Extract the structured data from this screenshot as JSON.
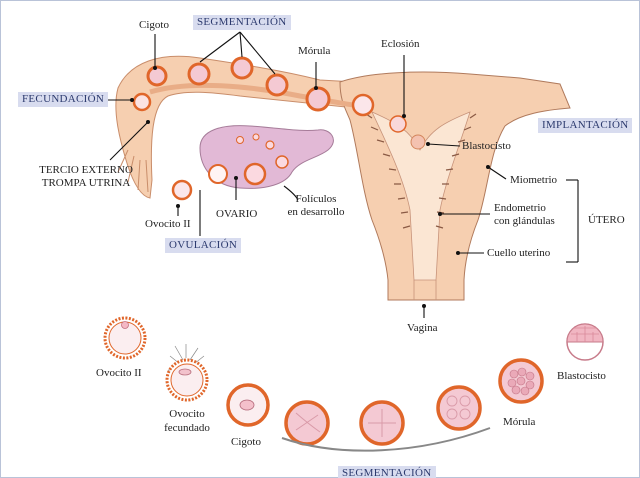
{
  "labels": {
    "cigoto_top": "Cigoto",
    "segmentacion_top": "SEGMENTACIÓN",
    "morula_top": "Mórula",
    "eclosion": "Eclosión",
    "fecundacion": "FECUNDACIÓN",
    "implantacion": "IMPLANTACIÓN",
    "blastocisto_top": "Blastocisto",
    "tercio_line1": "TERCIO EXTERNO",
    "tercio_line2": "TROMPA UTRINA",
    "miometrio": "Miometrio",
    "endometrio_line1": "Endometrio",
    "endometrio_line2": "con glándulas",
    "utero": "ÚTERO",
    "cuello": "Cuello uterino",
    "ovocito_top": "Ovocito II",
    "ovario": "OVARIO",
    "foliculos_line1": "Folículos",
    "foliculos_line2": "en desarrollo",
    "ovulacion": "OVULACIÓN",
    "vagina": "Vagina",
    "ovocito_bottom": "Ovocito II",
    "ovocito_fec_line1": "Ovocito",
    "ovocito_fec_line2": "fecundado",
    "cigoto_bottom": "Cigoto",
    "morula_bottom": "Mórula",
    "blastocisto_bottom": "Blastocisto",
    "segmentacion_bottom": "SEGMENTACIÓN"
  },
  "colors": {
    "tissue": "#f6cfb0",
    "tissue_dark": "#e9ad87",
    "ovary": "#e2b9d6",
    "cell_ring": "#e0662a",
    "cell_fill": "#f4c9d3",
    "outline": "#555555",
    "tag_bg": "#d8dcef",
    "tag_text": "#2c3a6e"
  }
}
